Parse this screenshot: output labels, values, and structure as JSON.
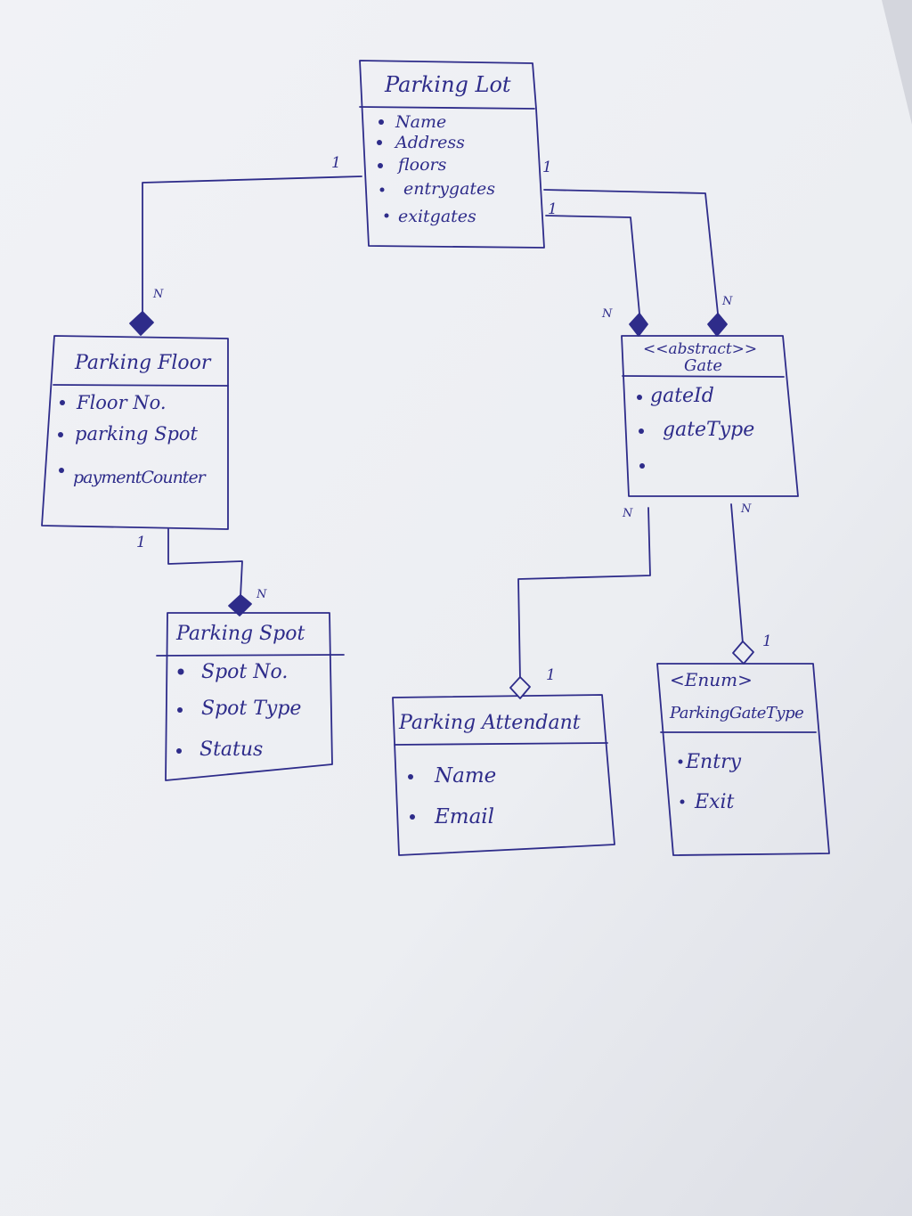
{
  "colors": {
    "paper": "#eeeff3",
    "ink": "#2e2c8a",
    "shadow": "#c9cbd3"
  },
  "classes": {
    "parking_lot": {
      "title": "Parking Lot",
      "attributes": [
        "Name",
        "Address",
        "floors",
        "entrygates",
        "exitgates"
      ]
    },
    "parking_floor": {
      "title": "Parking Floor",
      "attributes": [
        "Floor No.",
        "parking Spot",
        "paymentCounter"
      ]
    },
    "gate": {
      "stereotype": "<<abstract>>",
      "title": "Gate",
      "attributes": [
        "gateId",
        "gateType",
        ""
      ]
    },
    "parking_spot": {
      "title": "Parking Spot",
      "attributes": [
        "Spot No.",
        "Spot Type",
        "Status"
      ]
    },
    "parking_attendant": {
      "title": "Parking Attendant",
      "attributes": [
        "Name",
        "Email"
      ]
    },
    "parking_gate_type": {
      "stereotype": "<Enum>",
      "title": "ParkingGateType",
      "attributes": [
        "Entry",
        "Exit"
      ]
    }
  },
  "multiplicities": {
    "lot_floor_lot": "1",
    "lot_floor_floor": "N",
    "lot_entry_lot": "1",
    "lot_entry_gate": "N",
    "lot_exit_lot": "1",
    "lot_exit_gate": "N",
    "floor_spot_floor": "1",
    "floor_spot_spot": "N",
    "gate_attendant_gate": "N",
    "gate_attendant_attendant": "1",
    "gate_type_gate": "N",
    "gate_type_enum": "1"
  }
}
